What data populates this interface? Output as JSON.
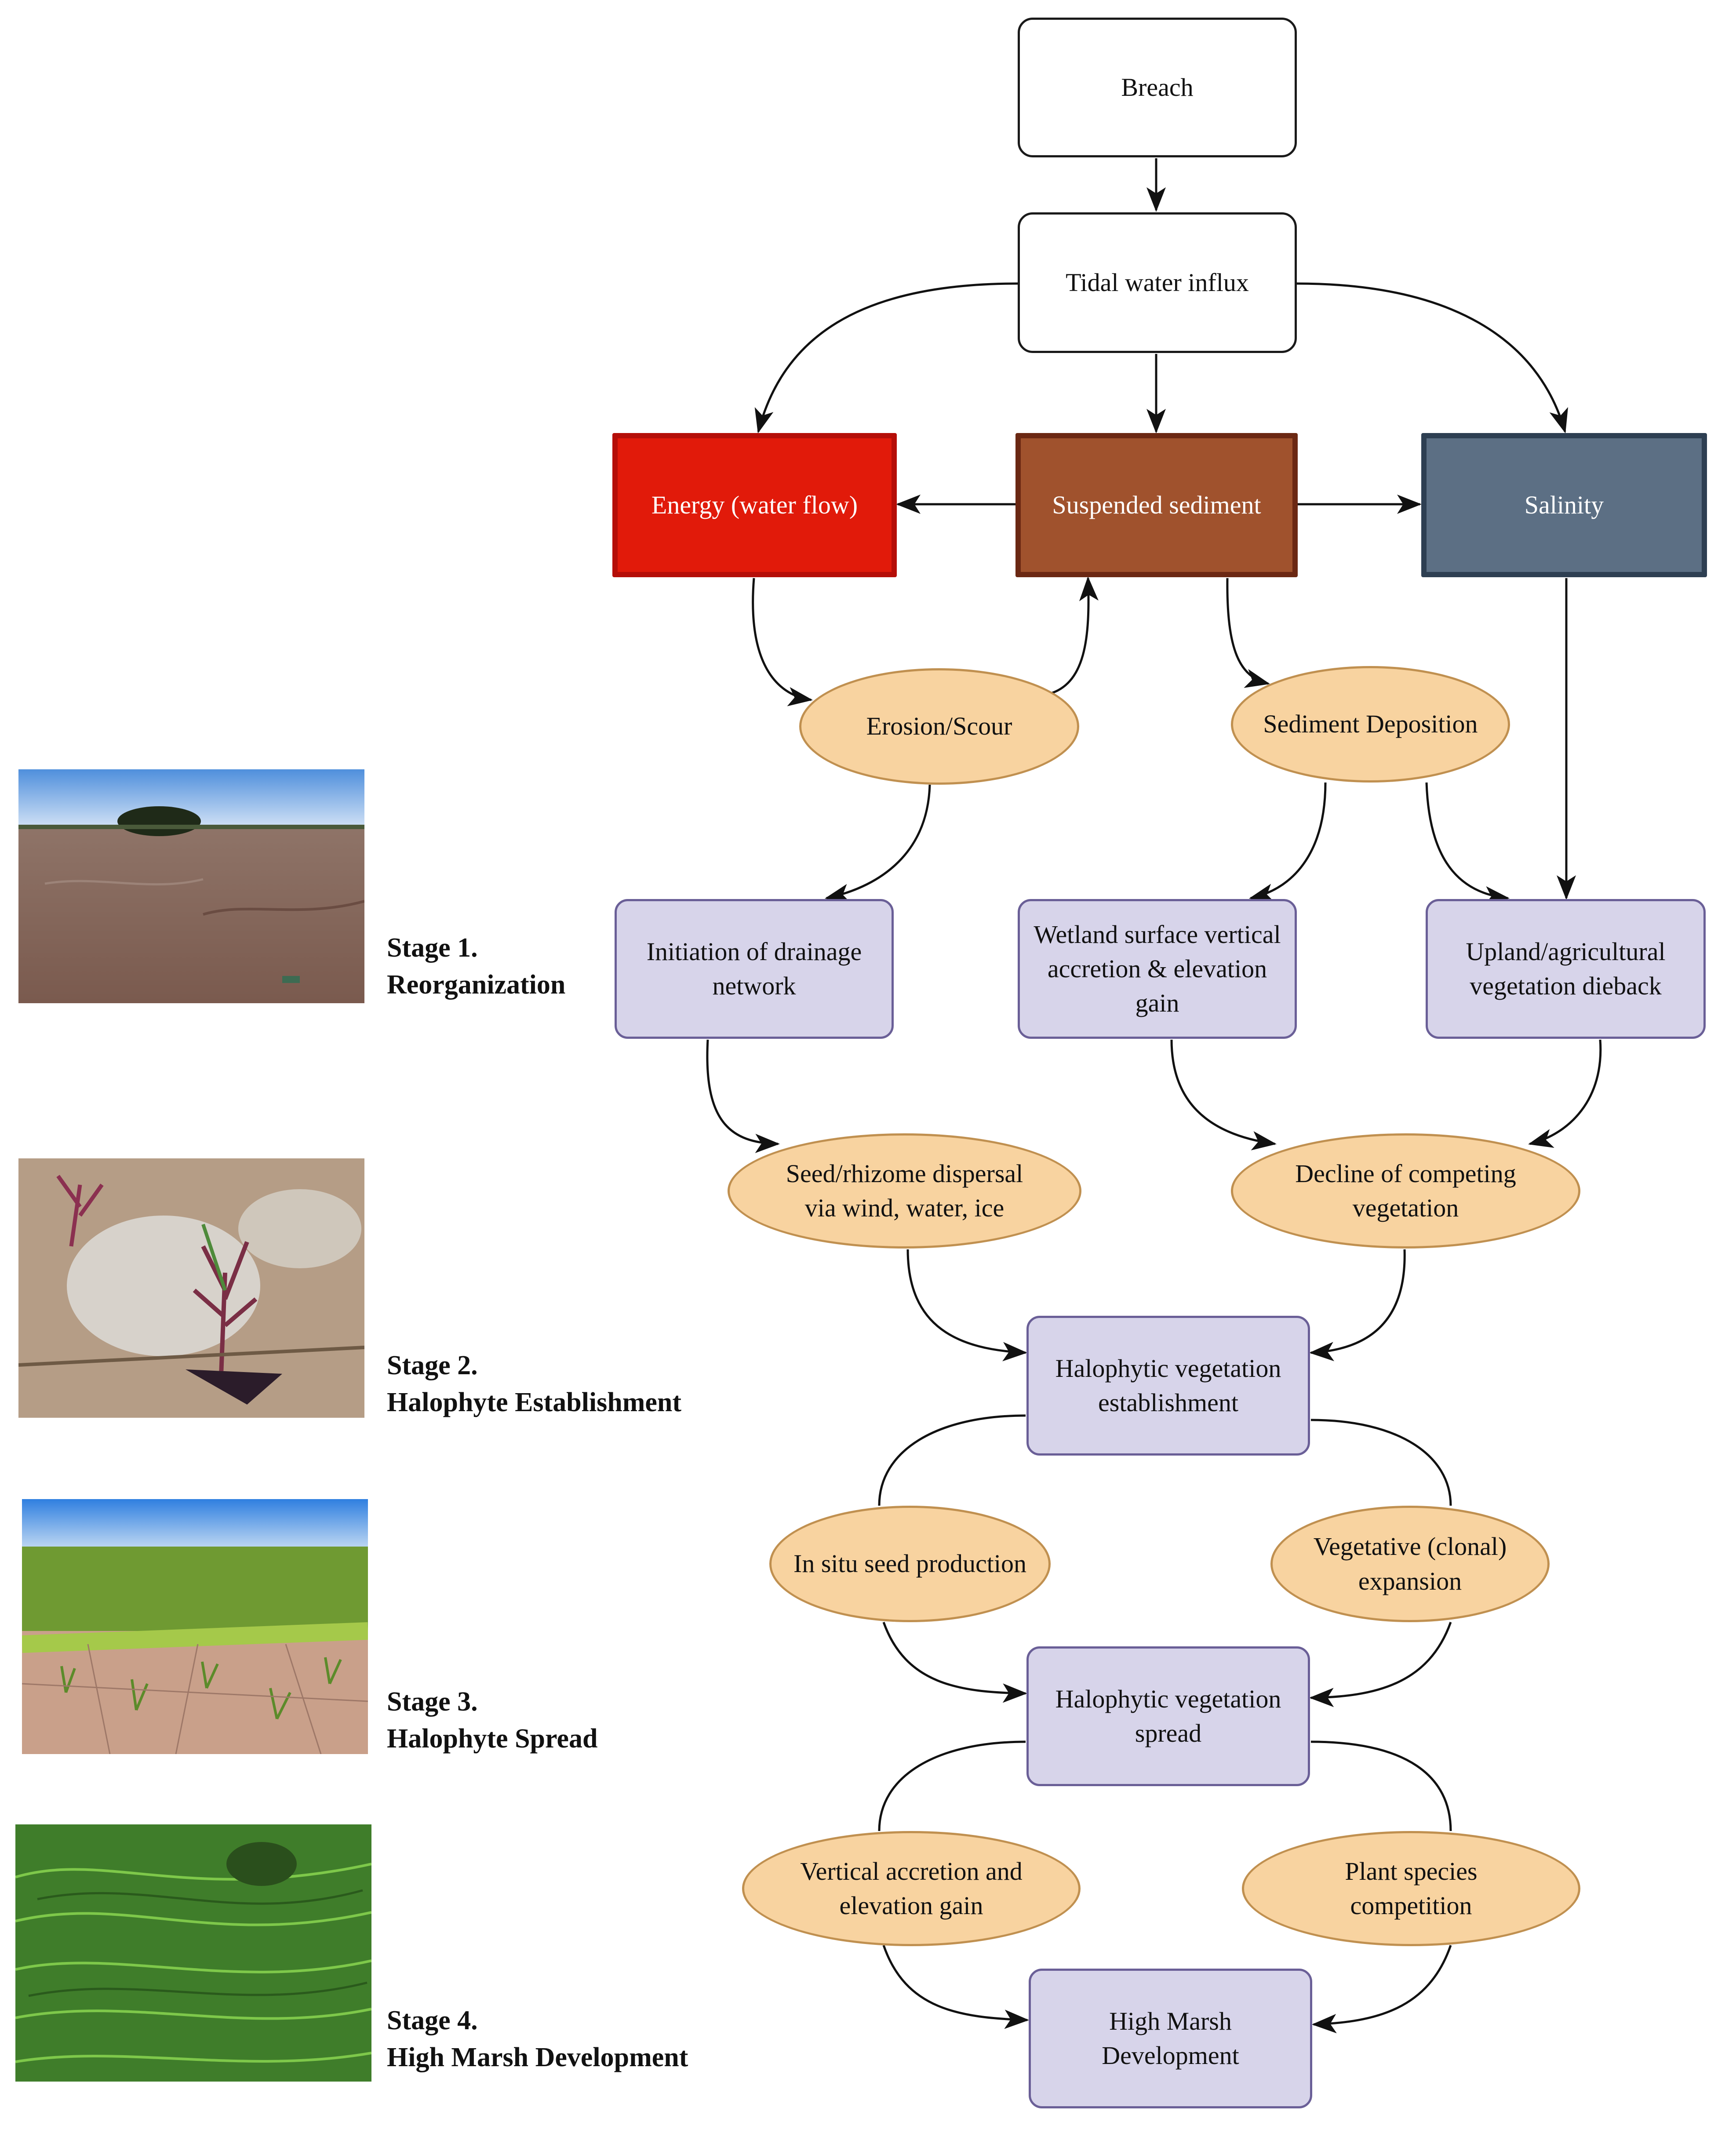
{
  "nodes": {
    "breach": "Breach",
    "tidal": "Tidal water influx",
    "energy": "Energy (water flow)",
    "suspended": "Suspended sediment",
    "salinity": "Salinity",
    "erosion": "Erosion/Scour",
    "deposition": "Sediment Deposition",
    "drainage": "Initiation of drainage\nnetwork",
    "accretion": "Wetland surface vertical\naccretion & elevation\ngain",
    "upland": "Upland/agricultural\nvegetation dieback",
    "seed": "Seed/rhizome dispersal\nvia wind, water, ice",
    "decline": "Decline of competing\nvegetation",
    "halo_est": "Halophytic vegetation\nestablishment",
    "insitu": "In situ seed production",
    "clonal": "Vegetative (clonal)\nexpansion",
    "halo_spread": "Halophytic vegetation\nspread",
    "vert_acc": "Vertical accretion and\nelevation gain",
    "competition": "Plant species\ncompetition",
    "high_marsh": "High Marsh\nDevelopment"
  },
  "stages": [
    {
      "number": "Stage 1.",
      "name": "Reorganization"
    },
    {
      "number": "Stage 2.",
      "name": "Halophyte Establishment"
    },
    {
      "number": "Stage 3.",
      "name": "Halophyte Spread"
    },
    {
      "number": "Stage 4.",
      "name": "High Marsh Development"
    }
  ],
  "colors": {
    "energy": "#e11a0a",
    "suspended_sediment": "#a0522d",
    "salinity": "#5c6f84",
    "process_box": "#d7d4ea",
    "ellipse": "#f8d3a0"
  }
}
